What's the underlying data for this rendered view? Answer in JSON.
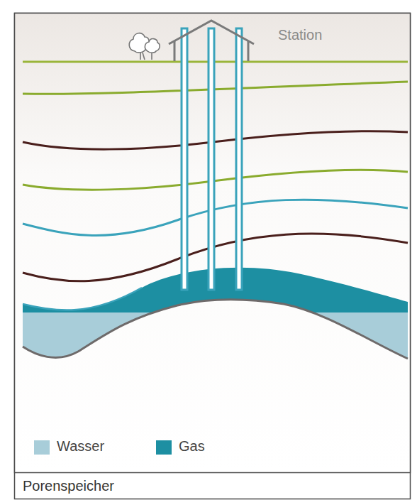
{
  "diagram": {
    "caption": "Porenspeicher",
    "labels": [
      "Station"
    ],
    "legend": [
      {
        "text": "Wasser",
        "color": "#a8cdd9"
      },
      {
        "text": "Gas",
        "color": "#1d8fa2"
      }
    ]
  }
}
